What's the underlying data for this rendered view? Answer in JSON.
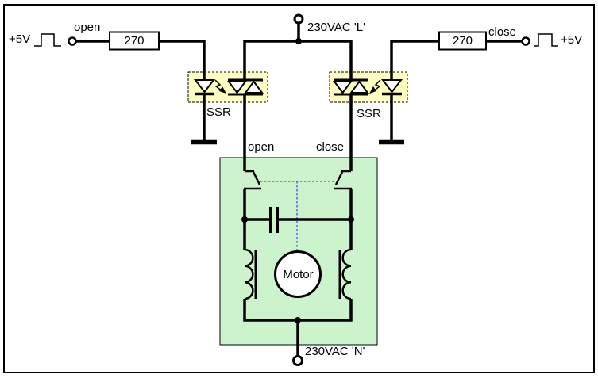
{
  "diagram": {
    "left_drive": {
      "supply_label": "+5V",
      "signal_label": "open",
      "resistor_value": "270"
    },
    "right_drive": {
      "supply_label": "+5V",
      "signal_label": "close",
      "resistor_value": "270"
    },
    "mains": {
      "live_label": "230VAC 'L'",
      "neutral_label": "230VAC 'N'"
    },
    "ssr_left": {
      "label": "SSR"
    },
    "ssr_right": {
      "label": "SSR"
    },
    "motor_unit": {
      "open_terminal_label": "open",
      "close_terminal_label": "close",
      "motor_label": "Motor"
    },
    "colors": {
      "ssr_fill": "#FFFFC0",
      "motor_unit_fill": "#CCF3CC",
      "coupling_line": "#3355FF",
      "wire": "#000000",
      "background": "#FFFFFF"
    }
  }
}
